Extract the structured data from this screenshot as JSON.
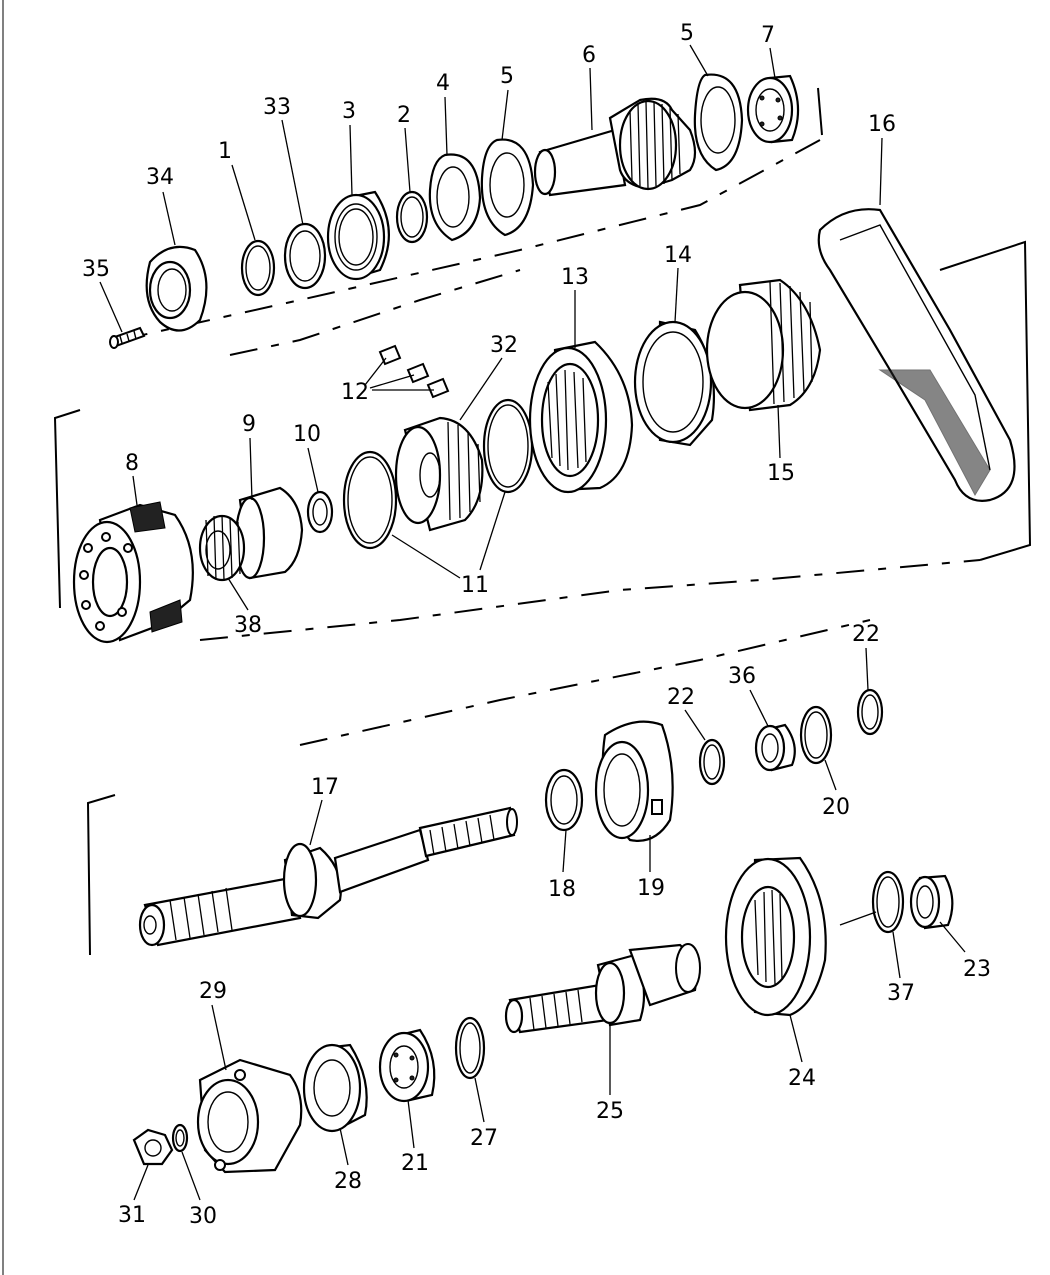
{
  "diagram": {
    "type": "exploded-parts-view",
    "callouts": [
      {
        "id": "1",
        "label": "1"
      },
      {
        "id": "2",
        "label": "2"
      },
      {
        "id": "3",
        "label": "3"
      },
      {
        "id": "4",
        "label": "4"
      },
      {
        "id": "5a",
        "label": "5"
      },
      {
        "id": "5b",
        "label": "5"
      },
      {
        "id": "6",
        "label": "6"
      },
      {
        "id": "7",
        "label": "7"
      },
      {
        "id": "8",
        "label": "8"
      },
      {
        "id": "9",
        "label": "9"
      },
      {
        "id": "10",
        "label": "10"
      },
      {
        "id": "11",
        "label": "11"
      },
      {
        "id": "12",
        "label": "12"
      },
      {
        "id": "13",
        "label": "13"
      },
      {
        "id": "14",
        "label": "14"
      },
      {
        "id": "15",
        "label": "15"
      },
      {
        "id": "16",
        "label": "16"
      },
      {
        "id": "17",
        "label": "17"
      },
      {
        "id": "18",
        "label": "18"
      },
      {
        "id": "19",
        "label": "19"
      },
      {
        "id": "20",
        "label": "20"
      },
      {
        "id": "21",
        "label": "21"
      },
      {
        "id": "22a",
        "label": "22"
      },
      {
        "id": "22b",
        "label": "22"
      },
      {
        "id": "23",
        "label": "23"
      },
      {
        "id": "24",
        "label": "24"
      },
      {
        "id": "25",
        "label": "25"
      },
      {
        "id": "27",
        "label": "27"
      },
      {
        "id": "28",
        "label": "28"
      },
      {
        "id": "29",
        "label": "29"
      },
      {
        "id": "30",
        "label": "30"
      },
      {
        "id": "31",
        "label": "31"
      },
      {
        "id": "32",
        "label": "32"
      },
      {
        "id": "33",
        "label": "33"
      },
      {
        "id": "34",
        "label": "34"
      },
      {
        "id": "35",
        "label": "35"
      },
      {
        "id": "36",
        "label": "36"
      },
      {
        "id": "37",
        "label": "37"
      },
      {
        "id": "38",
        "label": "38"
      }
    ]
  }
}
